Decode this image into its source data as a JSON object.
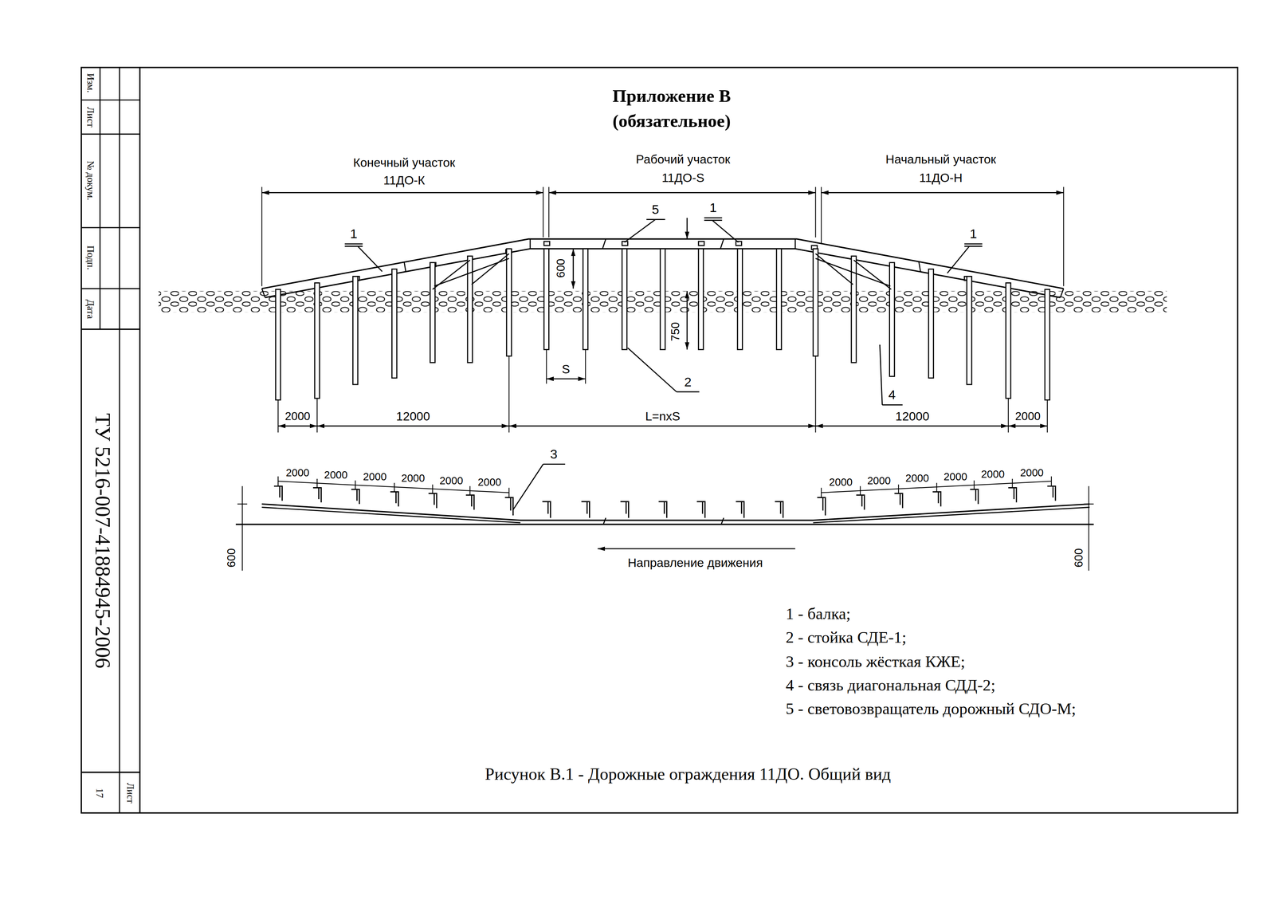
{
  "diagram": {
    "title": "Приложение В",
    "caption": "Рисунок В.1 - Дорожные ограждения 11ДО. Общий вид",
    "labels": [
      "(обязательное)",
      "Конечный участок",
      "11ДО-К",
      "Рабочий участок",
      "11ДО-S",
      "Начальный участок",
      "11ДО-Н",
      "5",
      "1",
      "1",
      "1",
      "600",
      "750",
      "S",
      "2",
      "4",
      "2000",
      "12000",
      "L=nxS",
      "12000",
      "2000",
      "3",
      "2000",
      "2000",
      "2000",
      "2000",
      "2000",
      "2000",
      "2000",
      "2000",
      "2000",
      "2000",
      "2000",
      "2000",
      "600",
      "600",
      "Направление движения",
      "1 - балка;",
      "2 - стойка СДЕ-1;",
      "3 - консоль жёсткая КЖЕ;",
      "4 - связь диагональная СДД-2;",
      "5 - световозвращатель дорожный СДО-М;",
      "Изм.",
      "Лист",
      "№ докум.",
      "Подп.",
      "Дата",
      "ТУ 5216-007-41884945-2006",
      "Лист",
      "17"
    ]
  }
}
